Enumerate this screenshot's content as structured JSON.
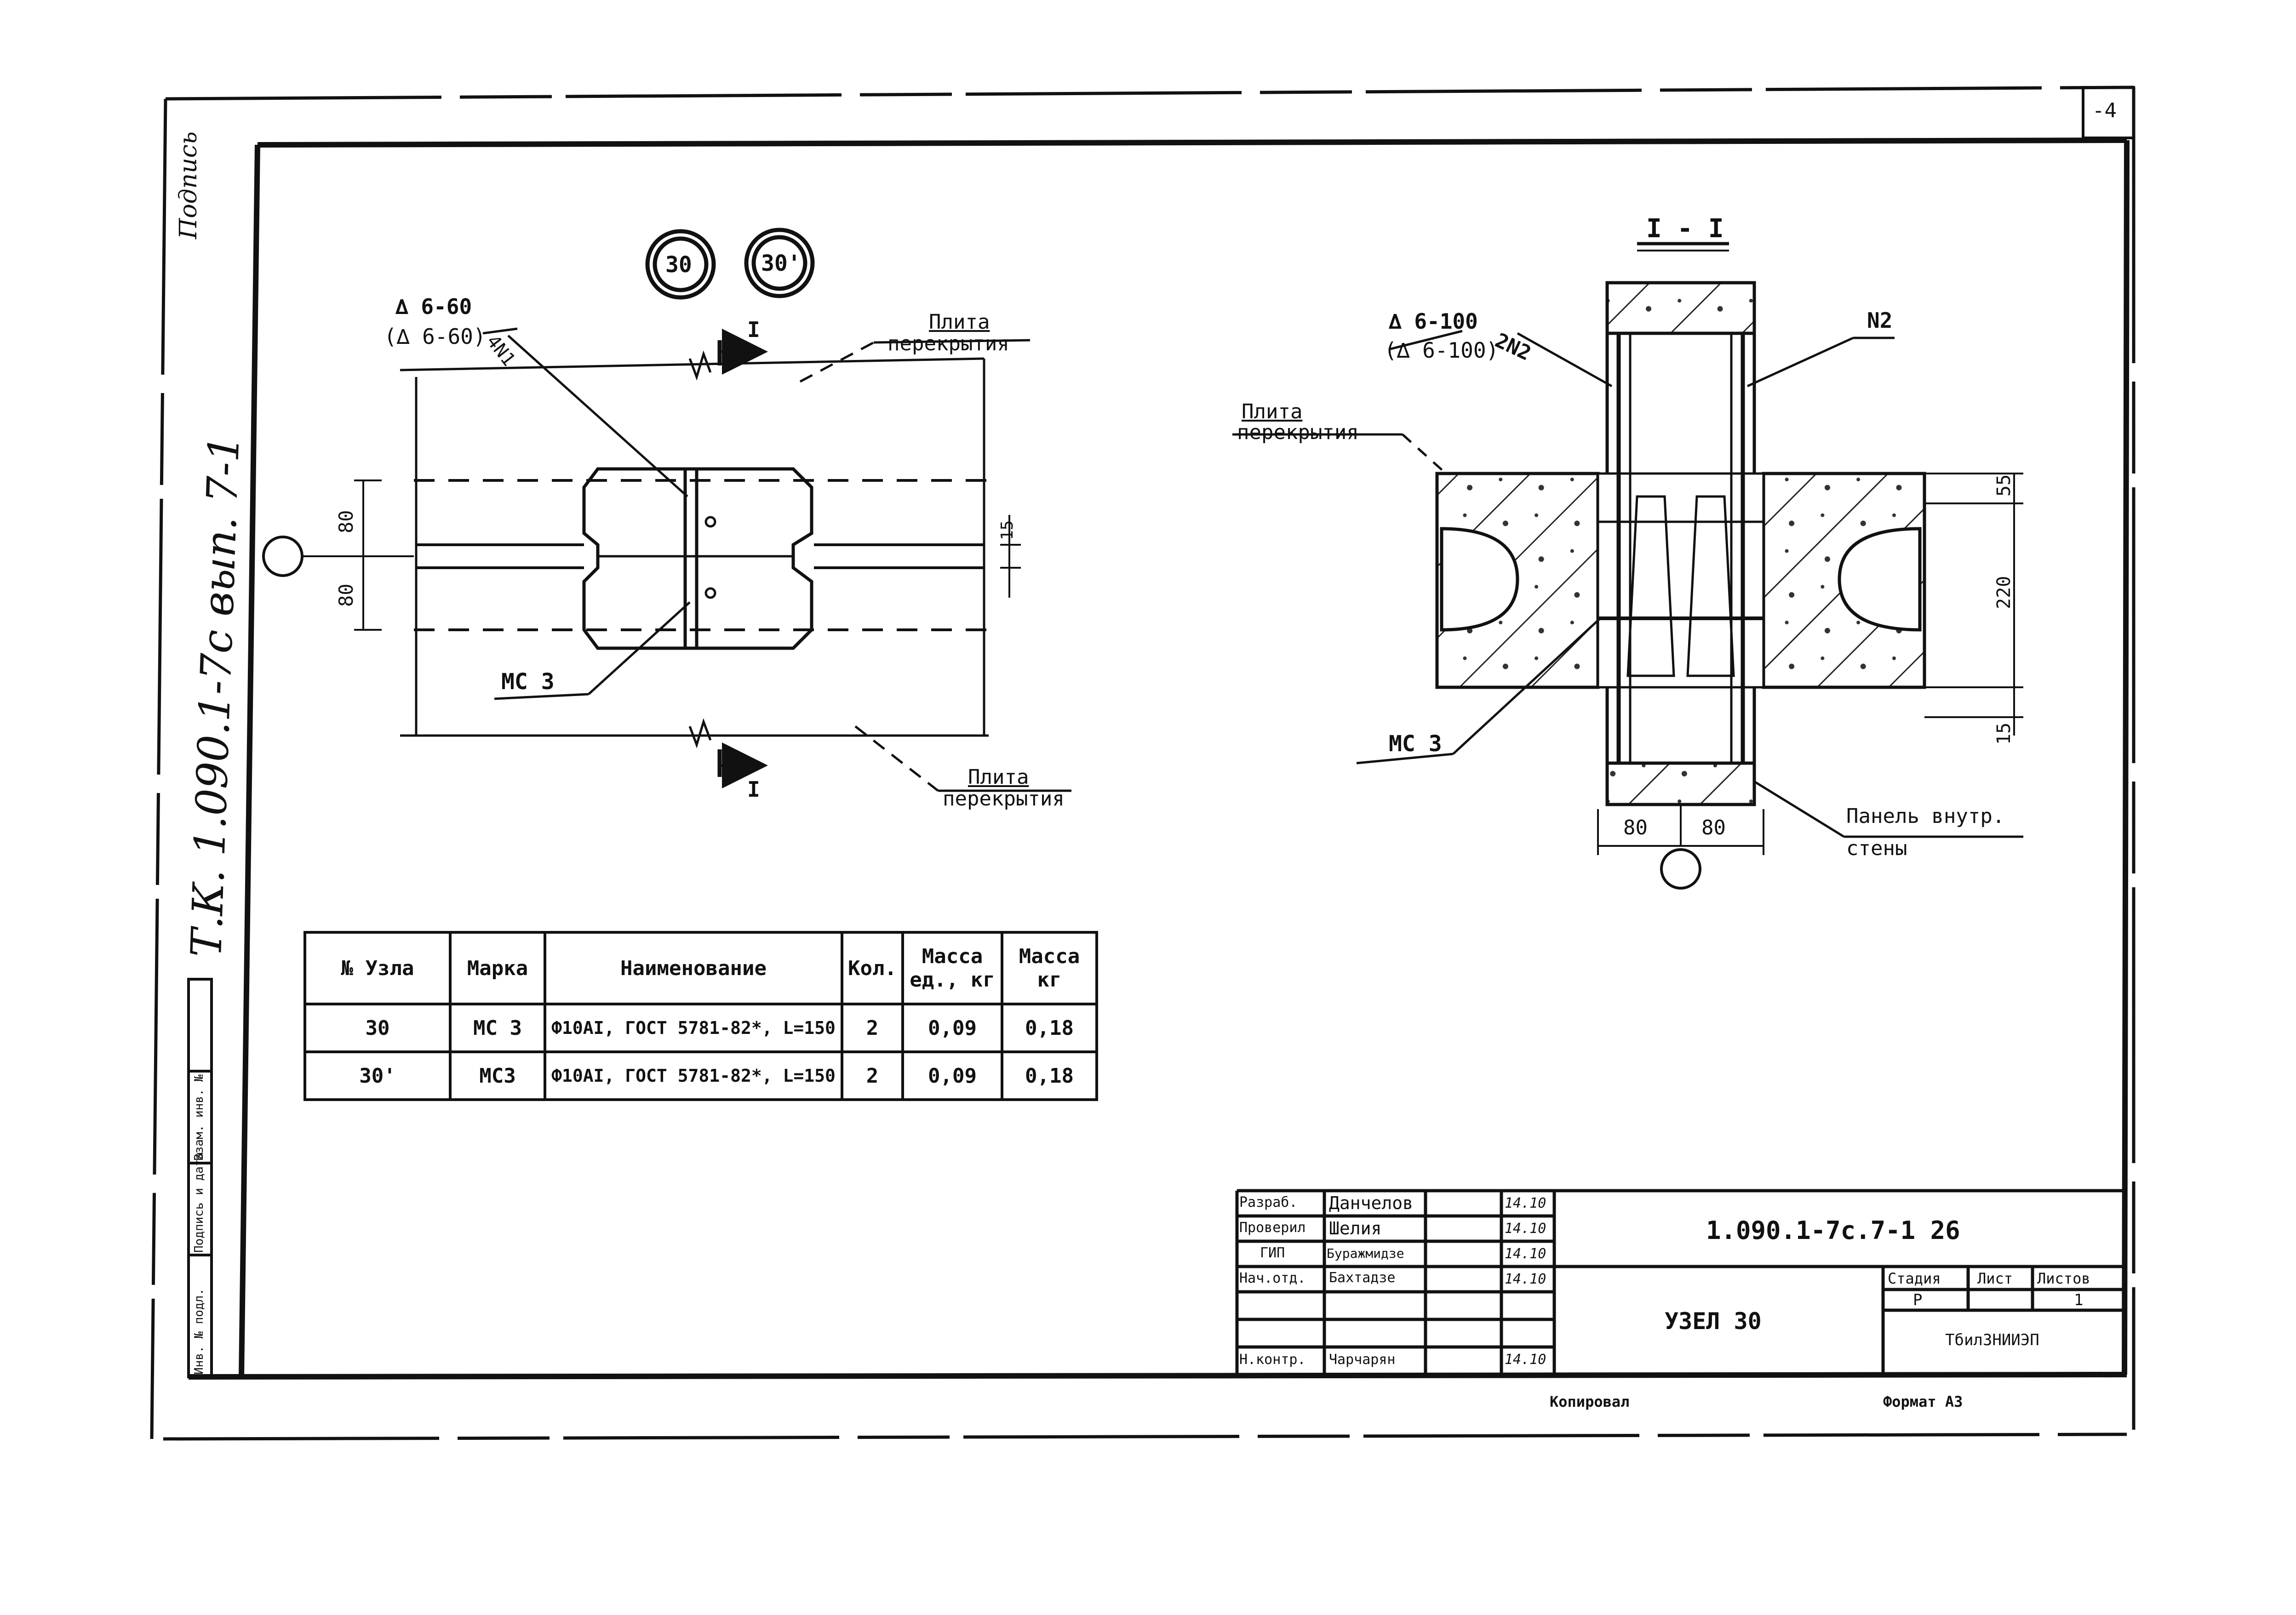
{
  "margin": {
    "signature": "Подпись",
    "stamp": "Т.К. 1.090.1-7с вып. 7-1",
    "labels": [
      "Инв. № подл.",
      "Подпись и дата",
      "Взам. инв. №"
    ]
  },
  "corner_number": "-4",
  "node_marks": [
    "30",
    "30'"
  ],
  "plan": {
    "weld_top": "∆ 6-60",
    "weld_bottom": "(∆ 6-60)",
    "bar": "4N1",
    "section_mark": "I",
    "slab_top": [
      "Плита",
      "перекрытия"
    ],
    "slab_bottom": [
      "Плита",
      "перекрытия"
    ],
    "dim_left_top": "80",
    "dim_left_bottom": "80",
    "dim_right": "15",
    "part": "МС 3"
  },
  "section": {
    "title": "I - I",
    "weld_top": "∆ 6-100",
    "weld_bottom": "(∆ 6-100)",
    "bar_left": "2N2",
    "bar_right": "N2",
    "slab": [
      "Плита",
      "перекрытия"
    ],
    "part": "МС 3",
    "panel": [
      "Панель внутр.",
      "стены"
    ],
    "dims_right": [
      "55",
      "220",
      "15"
    ],
    "dims_bottom": [
      "80",
      "80"
    ]
  },
  "spec": {
    "headers": [
      "№ Узла",
      "Марка",
      "Наименование",
      "Кол.",
      "Масса ед., кг",
      "Масса кг"
    ],
    "rows": [
      [
        "30",
        "МС 3",
        "Ф10АI, ГОСТ 5781-82*, L=150",
        "2",
        "0,09",
        "0,18"
      ],
      [
        "30'",
        "МС3",
        "Ф10АI, ГОСТ 5781-82*, L=150",
        "2",
        "0,09",
        "0,18"
      ]
    ]
  },
  "title_block": {
    "roles": [
      "Разраб.",
      "Проверил",
      "ГИП",
      "Нач.отд.",
      "",
      "",
      "Н.контр."
    ],
    "names": [
      "Данчелов",
      "Шелия",
      "Буражмидзе",
      "Бахтадзе",
      "",
      "",
      "Чарчарян"
    ],
    "dates": [
      "14.10",
      "14.10",
      "14.10",
      "14.10",
      "",
      "",
      "14.10"
    ],
    "doc_code": "1.090.1-7с.7-1 26",
    "sheet_title": "УЗЕЛ 30",
    "stage_headers": [
      "Стадия",
      "Лист",
      "Листов"
    ],
    "stage_values": [
      "Р",
      "",
      "1"
    ],
    "org": "ТбилЗНИИЭП",
    "footer_left": "Копировал",
    "footer_right": "Формат А3"
  }
}
